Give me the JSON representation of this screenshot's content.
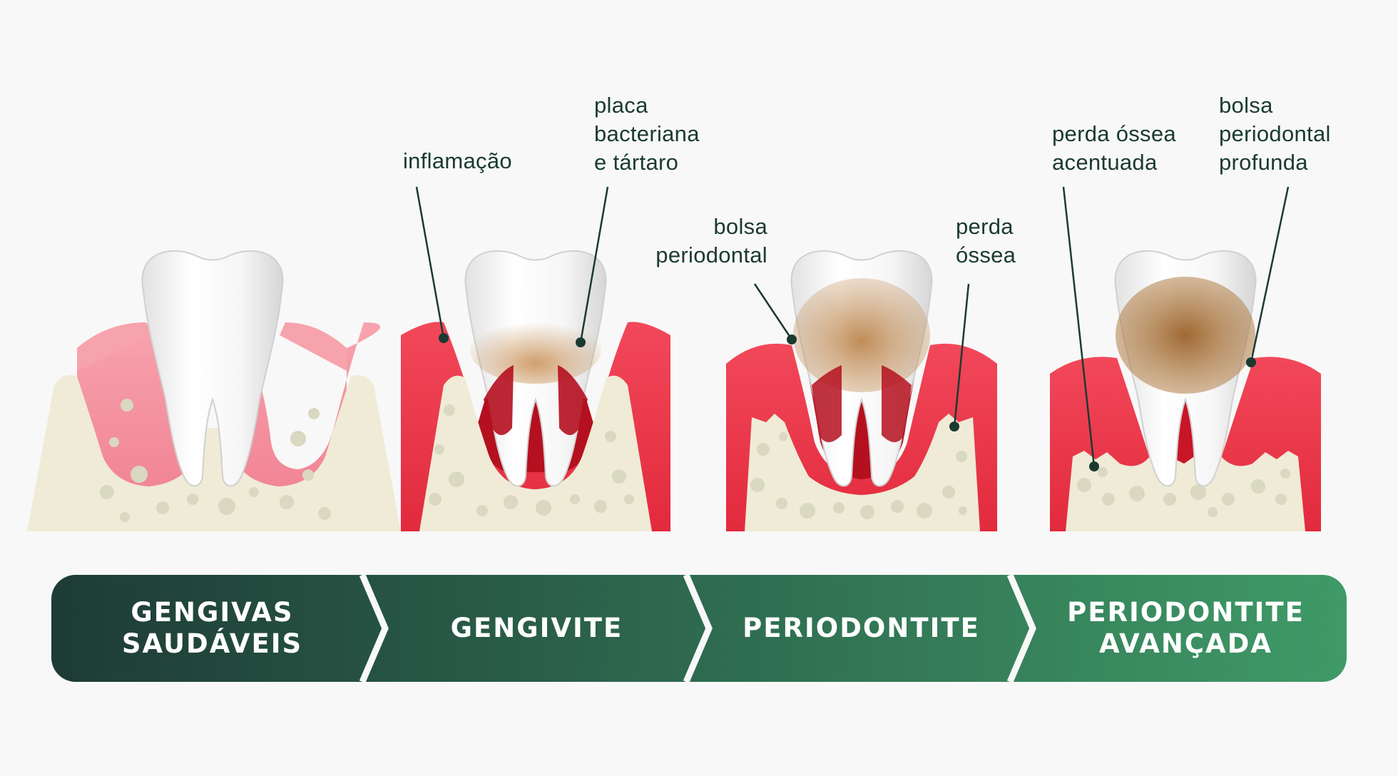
{
  "callouts": [
    {
      "id": "inflamacao",
      "text": "inflamação"
    },
    {
      "id": "placa",
      "text": "placa\nbacteriana\ne tártaro"
    },
    {
      "id": "bolsa",
      "text": "bolsa\nperiodontal"
    },
    {
      "id": "perda-ossea",
      "text": "perda\nóssea"
    },
    {
      "id": "perda-acentuada",
      "text": "perda óssea\nacentuada"
    },
    {
      "id": "bolsa-profunda",
      "text": "bolsa\nperiodontal\nprofunda"
    }
  ],
  "stages": [
    {
      "label": "GENGIVAS\nSAUDÁVEIS"
    },
    {
      "label": "GENGIVITE"
    },
    {
      "label": "PERIODONTITE"
    },
    {
      "label": "PERIODONTITE\nAVANÇADA"
    }
  ],
  "colors": {
    "background": "#f8f8f8",
    "gum_healthy": "#f48c9a",
    "gum_inflamed": "#e8303f",
    "gum_deep": "#b5101f",
    "bone": "#efebd6",
    "bone_spot": "#d9d8c0",
    "tooth": "#ffffff",
    "tartar": "#c88f55",
    "banner_start": "#1e3b36",
    "banner_end": "#3f9a67",
    "callout_text": "#1a3a30"
  },
  "icons": [
    "tooth-icon",
    "gum-icon",
    "bone-icon",
    "chevron-separator-icon"
  ]
}
